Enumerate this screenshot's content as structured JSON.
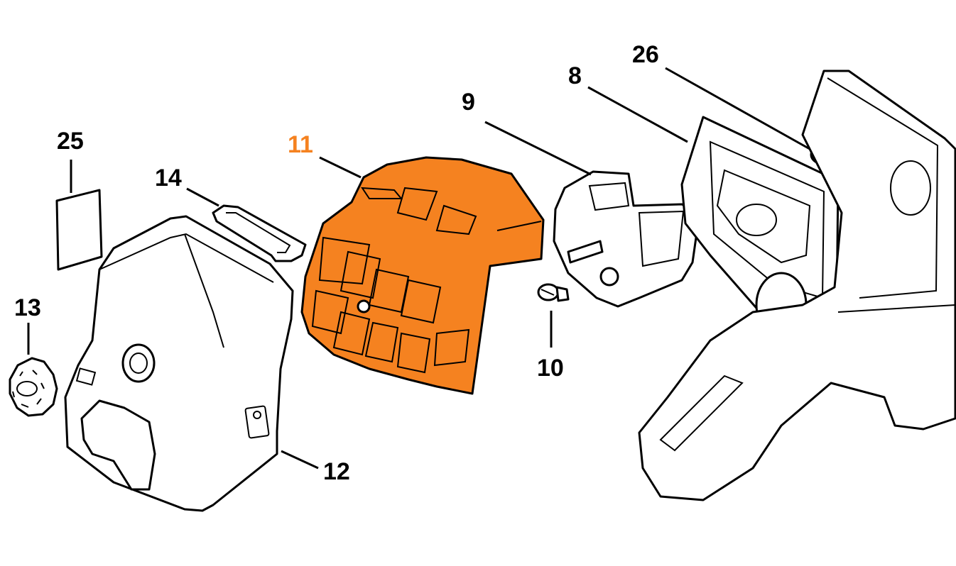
{
  "diagram": {
    "highlight_color": "#F58220",
    "line_color": "#000000",
    "callouts": [
      {
        "id": "c25",
        "label": "25",
        "highlighted": false
      },
      {
        "id": "c14",
        "label": "14",
        "highlighted": false
      },
      {
        "id": "c11",
        "label": "11",
        "highlighted": true
      },
      {
        "id": "c9",
        "label": "9",
        "highlighted": false
      },
      {
        "id": "c8",
        "label": "8",
        "highlighted": false
      },
      {
        "id": "c26",
        "label": "26",
        "highlighted": false
      },
      {
        "id": "c13",
        "label": "13",
        "highlighted": false
      },
      {
        "id": "c10",
        "label": "10",
        "highlighted": false
      },
      {
        "id": "c12",
        "label": "12",
        "highlighted": false
      }
    ]
  }
}
